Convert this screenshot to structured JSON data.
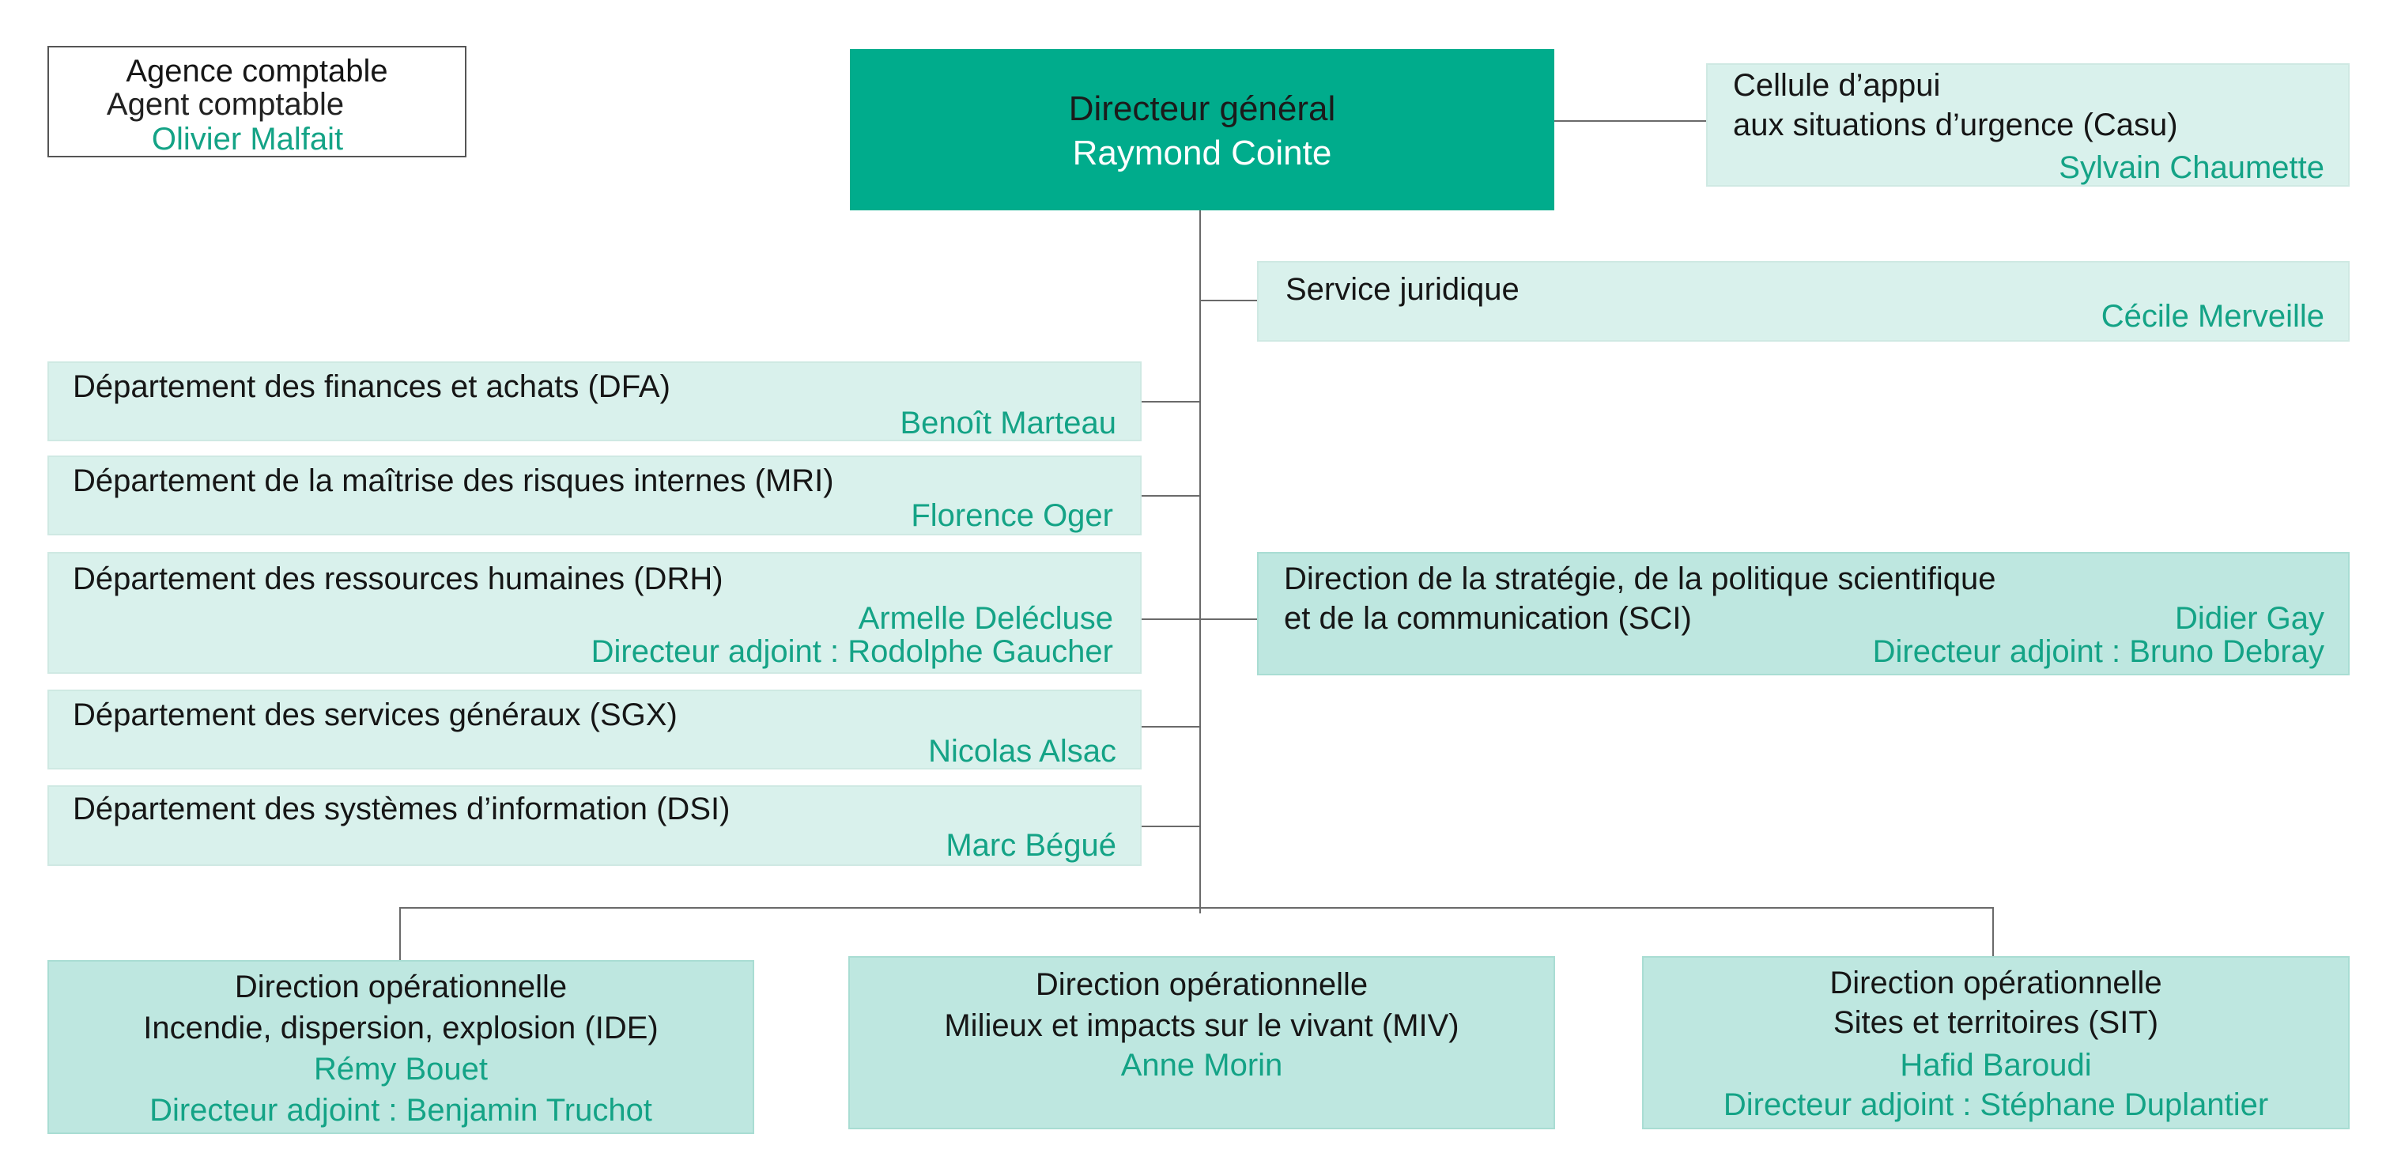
{
  "agence_comptable": {
    "title": "Agence comptable",
    "role": "Agent comptable",
    "name": "Olivier Malfait"
  },
  "directeur": {
    "title": "Directeur général",
    "name": "Raymond Cointe"
  },
  "casu": {
    "line1": "Cellule d’appui",
    "line2": "aux situations d’urgence (Casu)",
    "name": "Sylvain Chaumette"
  },
  "service_juridique": {
    "title": "Service juridique",
    "name": "Cécile Merveille"
  },
  "departements": {
    "dfa": {
      "title": "Département des finances et achats (DFA)",
      "name": "Benoît Marteau"
    },
    "mri": {
      "title": "Département de la maîtrise des risques internes (MRI)",
      "name": "Florence Oger"
    },
    "drh": {
      "title": "Département des ressources humaines (DRH)",
      "name": "Armelle Delécluse",
      "deputy": "Directeur adjoint : Rodolphe Gaucher"
    },
    "sgx": {
      "title": "Département des services généraux (SGX)",
      "name": "Nicolas Alsac"
    },
    "dsi": {
      "title": "Département des systèmes d’information (DSI)",
      "name": "Marc Bégué"
    }
  },
  "sci": {
    "line1": "Direction de la stratégie, de la politique scientifique",
    "line2": "et de la communication (SCI)",
    "name": "Didier Gay",
    "deputy": "Directeur adjoint : Bruno Debray"
  },
  "directions_operationnelles": {
    "ide": {
      "line1": "Direction opérationnelle",
      "line2": "Incendie, dispersion, explosion (IDE)",
      "name": "Rémy Bouet",
      "deputy": "Directeur adjoint : Benjamin Truchot"
    },
    "miv": {
      "line1": "Direction opérationnelle",
      "line2": "Milieux et impacts sur le vivant (MIV)",
      "name": "Anne Morin"
    },
    "sit": {
      "line1": "Direction opérationnelle",
      "line2": "Sites et territoires (SIT)",
      "name": "Hafid Baroudi",
      "deputy": "Directeur adjoint : Stéphane Duplantier"
    }
  }
}
